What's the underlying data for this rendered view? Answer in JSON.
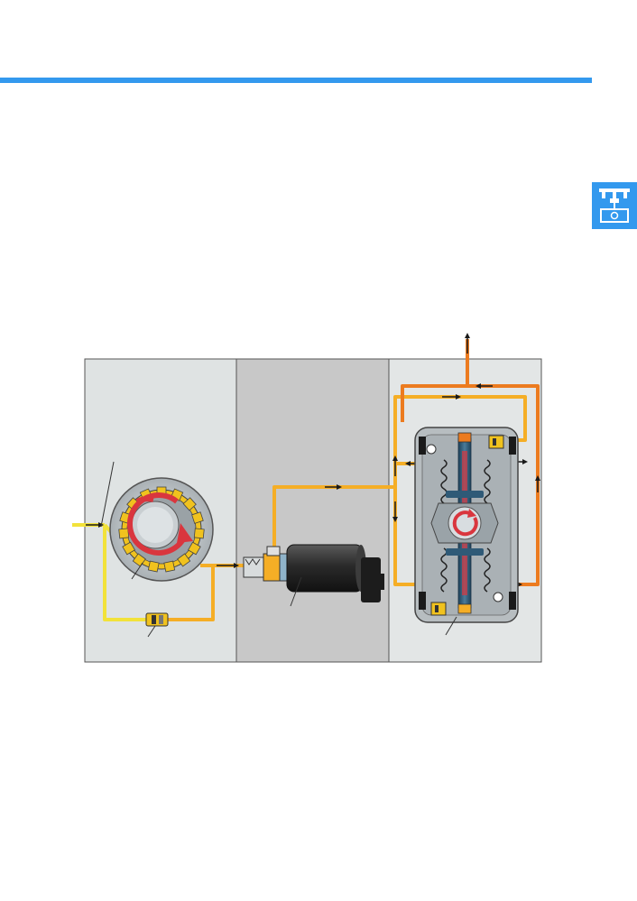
{
  "colors": {
    "accent": "#3399ee",
    "panel_left": "#dfe3e3",
    "panel_middle": "#c8c8c8",
    "panel_right": "#e3e6e6",
    "fuel_low_pressure": "#f2e23a",
    "fuel_medium_pressure": "#f5ae26",
    "fuel_high_pressure": "#ec7b1f",
    "pump_housing": "#b7bdc0",
    "valve_body": "#2b2b2b",
    "shaft": "#2f5a77",
    "rotation_arrow": "#d9363e"
  },
  "side_tab": {
    "icon": "injection-pump-icon"
  },
  "diagram": {
    "sections": [
      "presupply-pump",
      "fuel-metering-unit",
      "high-pressure-pump"
    ],
    "icons": [
      "gear-pump-icon",
      "overflow-valve-icon",
      "metering-unit-icon",
      "radial-piston-pump-icon"
    ]
  }
}
